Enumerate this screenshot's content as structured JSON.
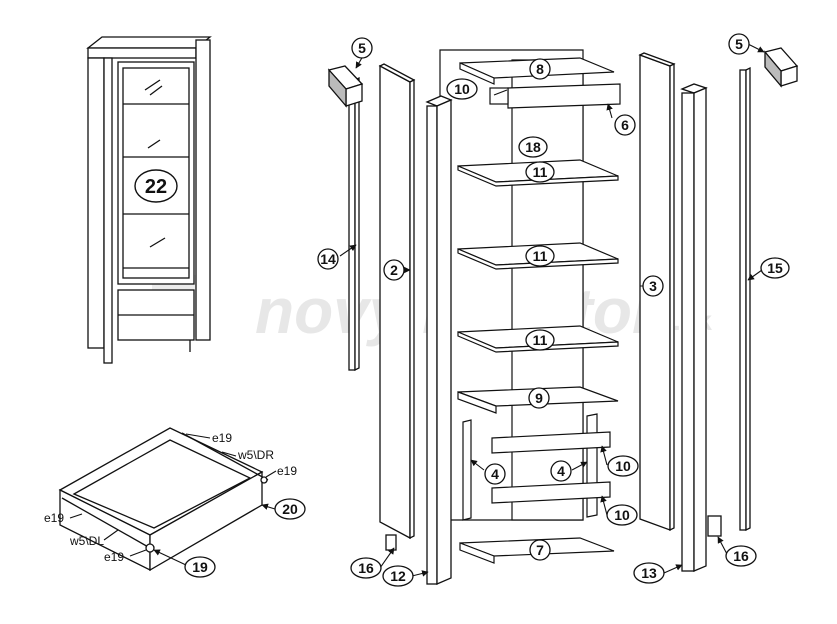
{
  "diagram": {
    "watermark": {
      "main": "novy nabytok",
      "suffix": ".sk"
    },
    "labels": {
      "p22": "22",
      "p5a": "5",
      "p5b": "5",
      "p8": "8",
      "p10a": "10",
      "p6": "6",
      "p18": "18",
      "p11a": "11",
      "p11b": "11",
      "p11c": "11",
      "p9": "9",
      "p14": "14",
      "p2": "2",
      "p3": "3",
      "p15": "15",
      "p4a": "4",
      "p4b": "4",
      "p10b": "10",
      "p10c": "10",
      "p7": "7",
      "p16a": "16",
      "p12": "12",
      "p13": "13",
      "p16b": "16",
      "p20": "20",
      "p19": "19"
    },
    "hardware": {
      "e19a": "e19",
      "w5dr": "w5\\DR",
      "e19b": "e19",
      "e19c": "e19",
      "w5dl": "w5\\DL",
      "e19d": "e19"
    }
  }
}
